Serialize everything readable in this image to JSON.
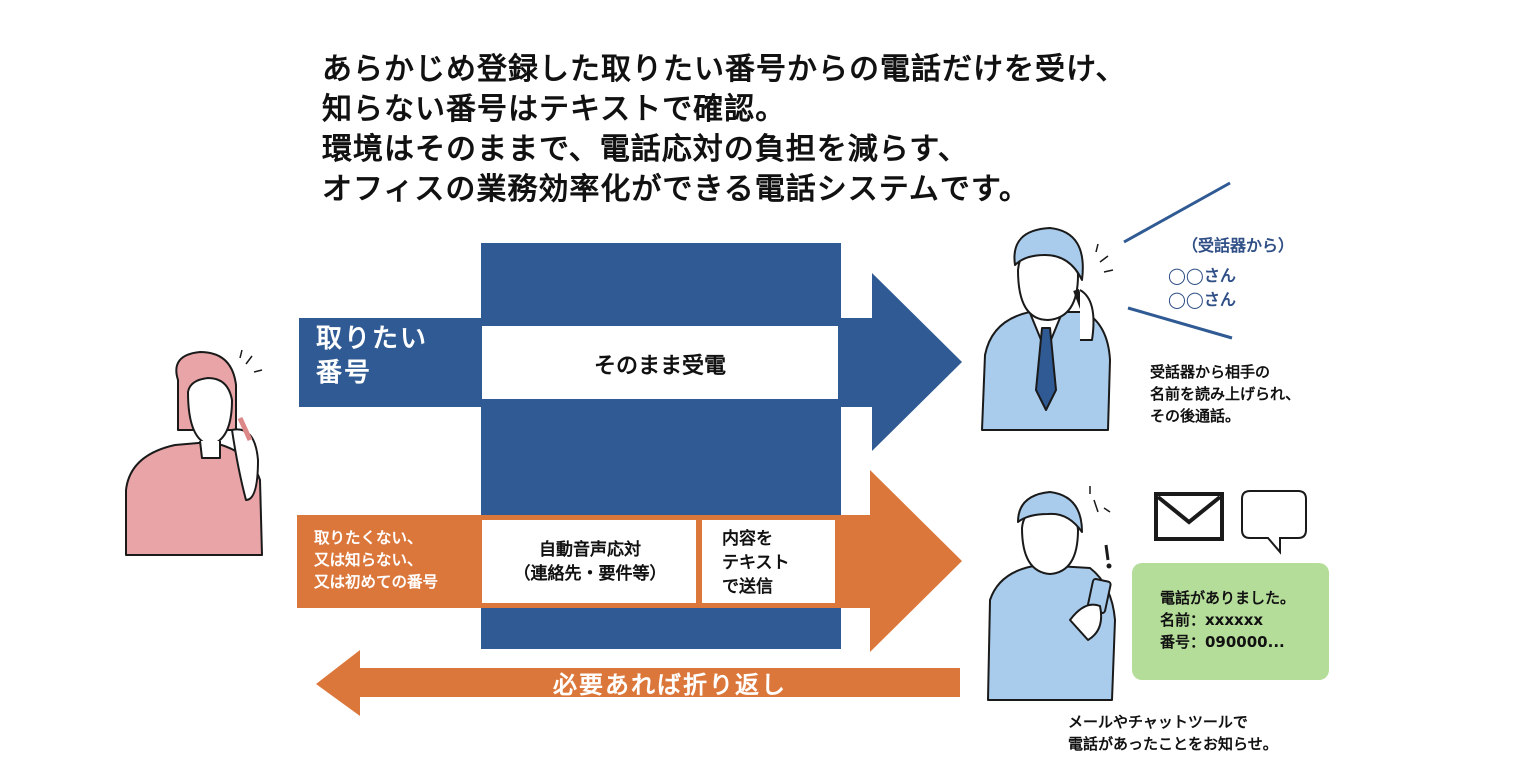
{
  "headline": {
    "line1": "あらかじめ登録した取りたい番号からの電話だけを受け、",
    "line2": "知らない番号はテキストで確認。",
    "line3": "環境はそのままで、電話応対の負担を減らす、",
    "line4": "オフィスの業務効率化ができる電話システムです。"
  },
  "flow": {
    "wanted_label_1": "取りたい",
    "wanted_label_2": "番号",
    "direct_receive": "そのまま受電",
    "unwanted_label_1": "取りたくない、",
    "unwanted_label_2": "又は知らない、",
    "unwanted_label_3": "又は初めての番号",
    "auto_voice_1": "自動音声応対",
    "auto_voice_2": "（連絡先・要件等）",
    "text_send_1": "内容を",
    "text_send_2": "テキスト",
    "text_send_3": "で送信",
    "callback": "必要あれば折り返し"
  },
  "receiver": {
    "bubble_title": "（受話器から）",
    "bubble_name_1": "◯◯さん",
    "bubble_name_2": "◯◯さん",
    "caption_1": "受話器から相手の",
    "caption_2": "名前を読み上げられ、",
    "caption_3": "その後通話。"
  },
  "notification": {
    "line1": "電話がありました。",
    "line2": "名前：xxxxxx",
    "line3": "番号：090000...",
    "caption_1": "メールやチャットツールで",
    "caption_2": "電話があったことをお知らせ。"
  },
  "colors": {
    "navy": "#2f5a93",
    "orange": "#dc773b",
    "pink": "#e8a4a6",
    "light_blue": "#a9ccec",
    "green": "#b5dd9a"
  }
}
